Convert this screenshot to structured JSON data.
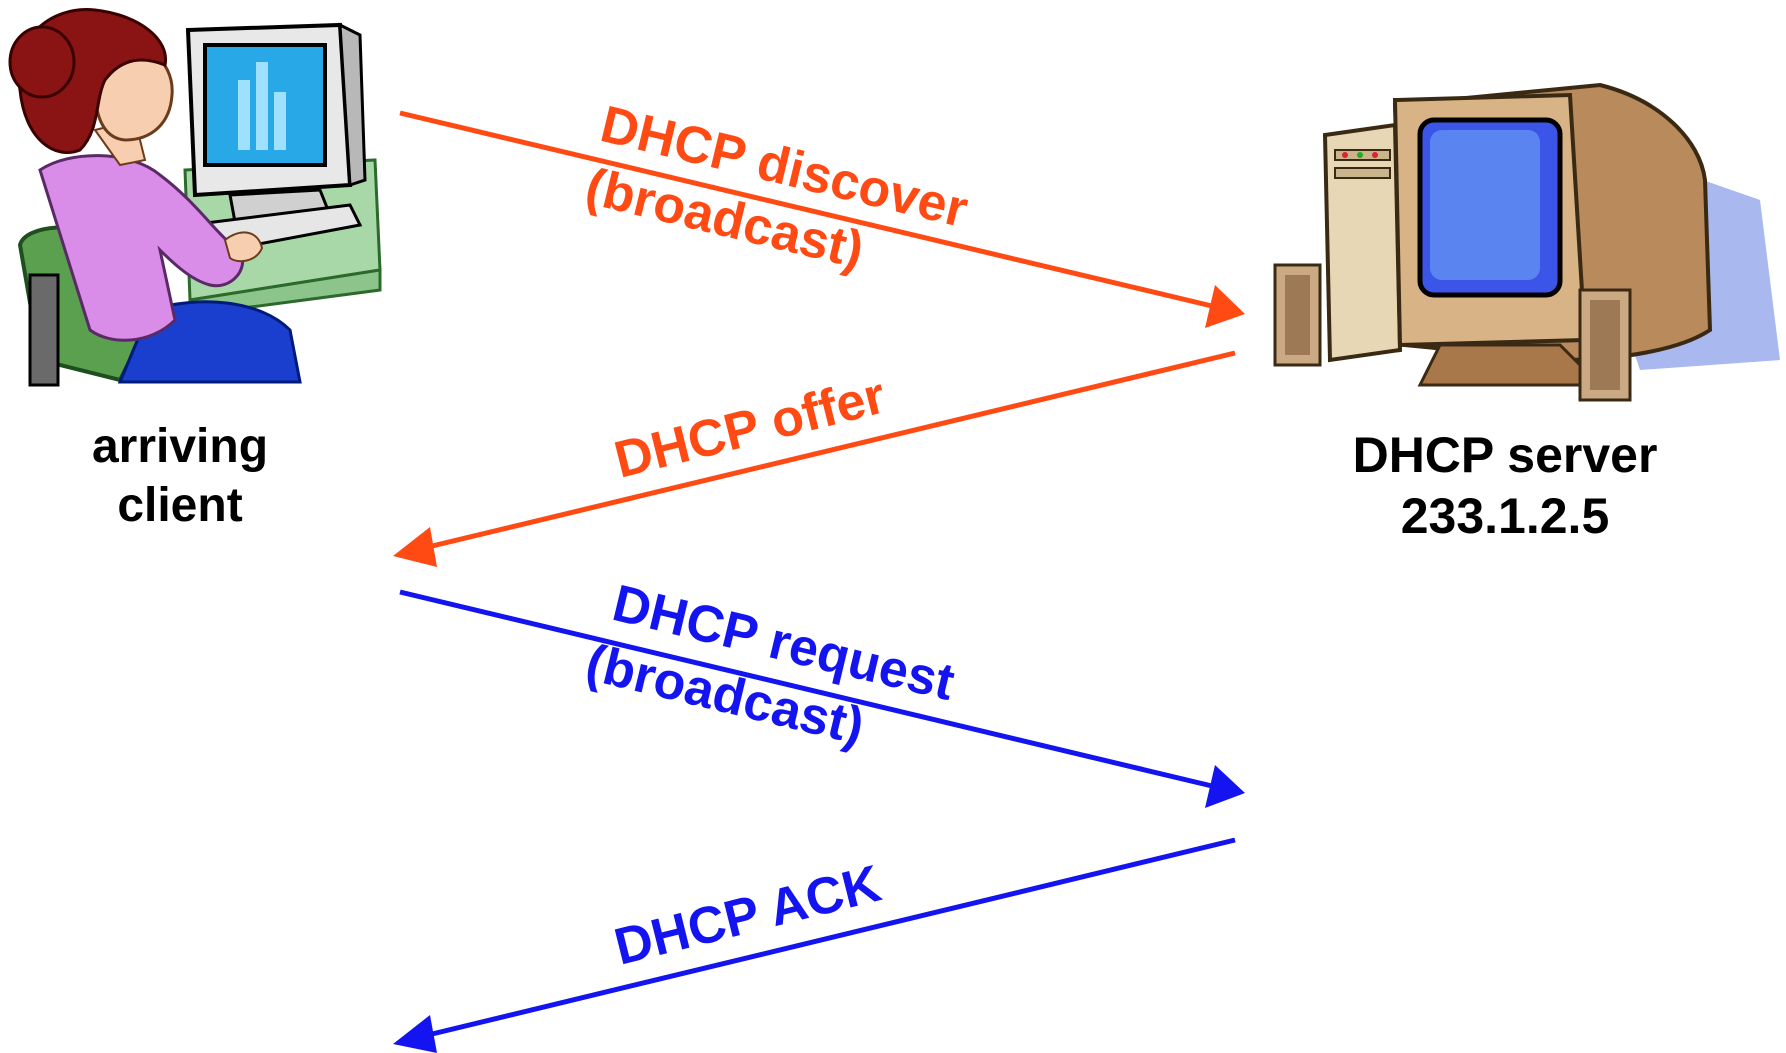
{
  "client": {
    "label_line1": "arriving",
    "label_line2": "client",
    "icon": "person-at-computer-icon"
  },
  "server": {
    "label_line1": "DHCP server",
    "label_line2": "233.1.2.5",
    "icon": "desktop-computer-icon"
  },
  "colors": {
    "server_to_client_phase": "#ff4a14",
    "request_phase": "#1414f0"
  },
  "messages": [
    {
      "line1": "DHCP discover",
      "line2": "(broadcast)",
      "direction": "client-to-server",
      "color": "#ff4a14"
    },
    {
      "line1": "DHCP offer",
      "line2": "",
      "direction": "server-to-client",
      "color": "#ff4a14"
    },
    {
      "line1": "DHCP request",
      "line2": "(broadcast)",
      "direction": "client-to-server",
      "color": "#1414f0"
    },
    {
      "line1": "DHCP ACK",
      "line2": "",
      "direction": "server-to-client",
      "color": "#1414f0"
    }
  ]
}
